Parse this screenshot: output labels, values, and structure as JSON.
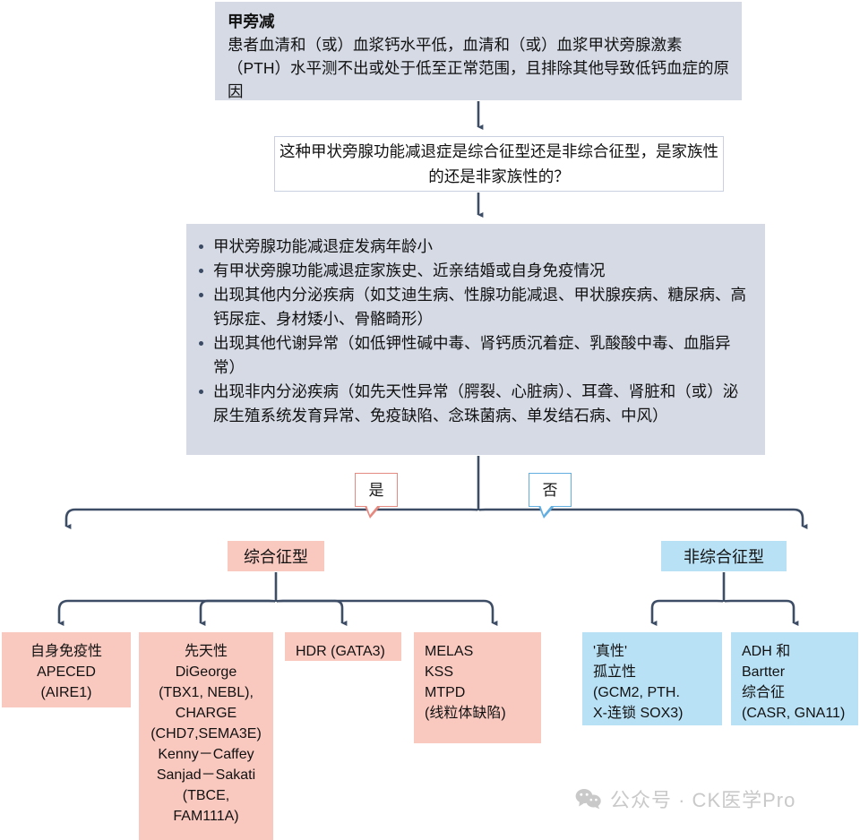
{
  "header": {
    "title": "甲旁减",
    "body": "患者血清和（或）血浆钙水平低，血清和（或）血浆甲状旁腺激素（PTH）水平测不出或处于低至正常范围，且排除其他导致低钙血症的原因"
  },
  "question": {
    "text": "这种甲状旁腺功能减退症是综合征型还是非综合征型，是家族性的还是非家族性的？"
  },
  "criteria": {
    "items": [
      "甲状旁腺功能减退症发病年龄小",
      "有甲状旁腺功能减退症家族史、近亲结婚或自身免疫情况",
      "出现其他内分泌疾病（如艾迪生病、性腺功能减退、甲状腺疾病、糖尿病、高钙尿症、身材矮小、骨骼畸形）",
      "出现其他代谢异常（如低钾性碱中毒、肾钙质沉着症、乳酸酸中毒、血脂异常）",
      "出现非内分泌疾病（如先天性异常（腭裂、心脏病）、耳聋、肾脏和（或）泌尿生殖系统发育异常、免疫缺陷、念珠菌病、单发结石病、中风）"
    ]
  },
  "branch_labels": {
    "yes": "是",
    "no": "否"
  },
  "branches": {
    "syndromic": "综合征型",
    "nonsyndromic": "非综合征型"
  },
  "leaves": {
    "apeced": "自身免疫性\nAPECED\n(AIRE1)",
    "congenital": "先天性\nDiGeorge\n(TBX1, NEBL),\nCHARGE\n(CHD7,SEMA3E)\nKenny－Caffey\nSanjad－Sakati\n(TBCE,\nFAM111A)",
    "hdr": "HDR (GATA3)",
    "mitochondrial": "MELAS\nKSS\nMTPD\n(线粒体缺陷)",
    "true_isolated": "'真性'\n孤立性\n(GCM2, PTH.\nX-连锁 SOX3)",
    "adh_bartter": "ADH 和\nBartter\n综合征\n(CASR, GNA11)"
  },
  "watermark": {
    "icon": "wechat-icon",
    "text": "公众号 · CK医学Pro"
  },
  "colors": {
    "header_fill": "#d5dae5",
    "criteria_fill": "#d5dae5",
    "question_border": "#c9d1e0",
    "pink_fill": "#f9c9c0",
    "blue_fill": "#b9e1f5",
    "yes_border": "#e58a80",
    "no_border": "#63aee0",
    "connector": "#3d4d66",
    "watermark": "#c9c9c9"
  }
}
